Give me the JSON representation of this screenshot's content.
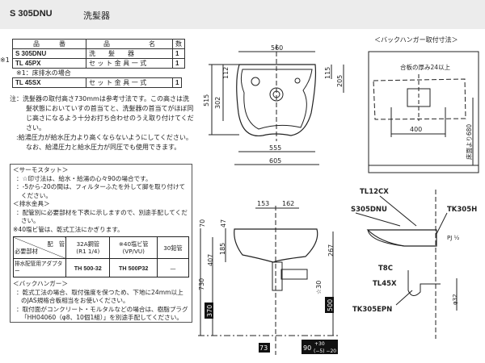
{
  "header": {
    "product_number": "S 305DNU",
    "product_name": "洗髪器"
  },
  "parts_table": {
    "headers": [
      "品　　　番",
      "品　　　　　　名",
      "数"
    ],
    "rows": [
      {
        "number": "S 305DNU",
        "name": "洗　　髪　　器",
        "qty": "1"
      },
      {
        "mark": "※1",
        "number": "TL 45PX",
        "name": "セ ッ ト 金 具 一 式",
        "qty": "1"
      }
    ],
    "footnote": "※1：床排水の場合",
    "extra_row": {
      "number": "TL 45SX",
      "name": "セ ッ ト 金 具 一 式",
      "qty": "1"
    }
  },
  "notes": [
    "注：洗髪器の取付高さ730mmは参考寸法です。この高さは洗髪状態においていすの首当てと、洗髪器の首当てがほぼ同じ高さになるよう十分お打ち合わせのうえ取り付けてください。",
    ":給湯圧力が給水圧力より高くならないようにしてください。なお、給湯圧力と給水圧力が同圧でも使用できます。"
  ],
  "info_box": {
    "thermostat_title": "＜サーモスタット＞",
    "thermostat_notes": [
      "：☆印寸法は、給水・給湯の心々90の場合です。",
      "：-5から-20の間は、フィルターふたを外して脚を取り付けてください。"
    ],
    "drain_title": "＜排水金具＞",
    "drain_notes": [
      "：配管別に必要部材を下表に示しますので、別途手配してください。"
    ],
    "drain_remark": "※40塩ビ管は、乾式工法にかぎります。",
    "pipe_table": {
      "corner_top": "配　管",
      "corner_bottom": "必要部材",
      "columns": [
        "32A鋼管\n(R1 1/4)",
        "※40塩ビ管\n(VP/VU)",
        "30鉛管"
      ],
      "row_label": "排水配管用アダプター",
      "values": [
        "TH 500-32",
        "TH 500P32",
        "—"
      ]
    },
    "hanger_title": "＜バックハンガー＞",
    "hanger_notes": [
      "：乾式工法の場合、取付強度を保つため、下地に24mm以上のJAS規格合板相当をお使いください。",
      "：取付面がコンクリート・モルタルなどの場合は、樹脂プラグ「HH04060（φ8、10個1組）」を別途手配してください。"
    ]
  },
  "top_view": {
    "dims": [
      "560",
      "112",
      "302",
      "515",
      "115",
      "205",
      "555",
      "605"
    ]
  },
  "back_hanger": {
    "title": "＜バックハンガー取付寸法＞",
    "plywood": "合板の厚み24以上",
    "width": "400",
    "height": "床面より680"
  },
  "front_view": {
    "dims": [
      "153",
      "162",
      "70",
      "47",
      "185",
      "407",
      "730",
      "267",
      "☆30",
      "370",
      "500",
      "73",
      "90",
      "+30",
      "(−5) −20"
    ]
  },
  "side_view": {
    "labels": [
      "TL12CX",
      "S305DNU",
      "TK305H",
      "PJ ½",
      "T8C",
      "TL45X",
      "TK305EPN",
      "φ32"
    ]
  }
}
